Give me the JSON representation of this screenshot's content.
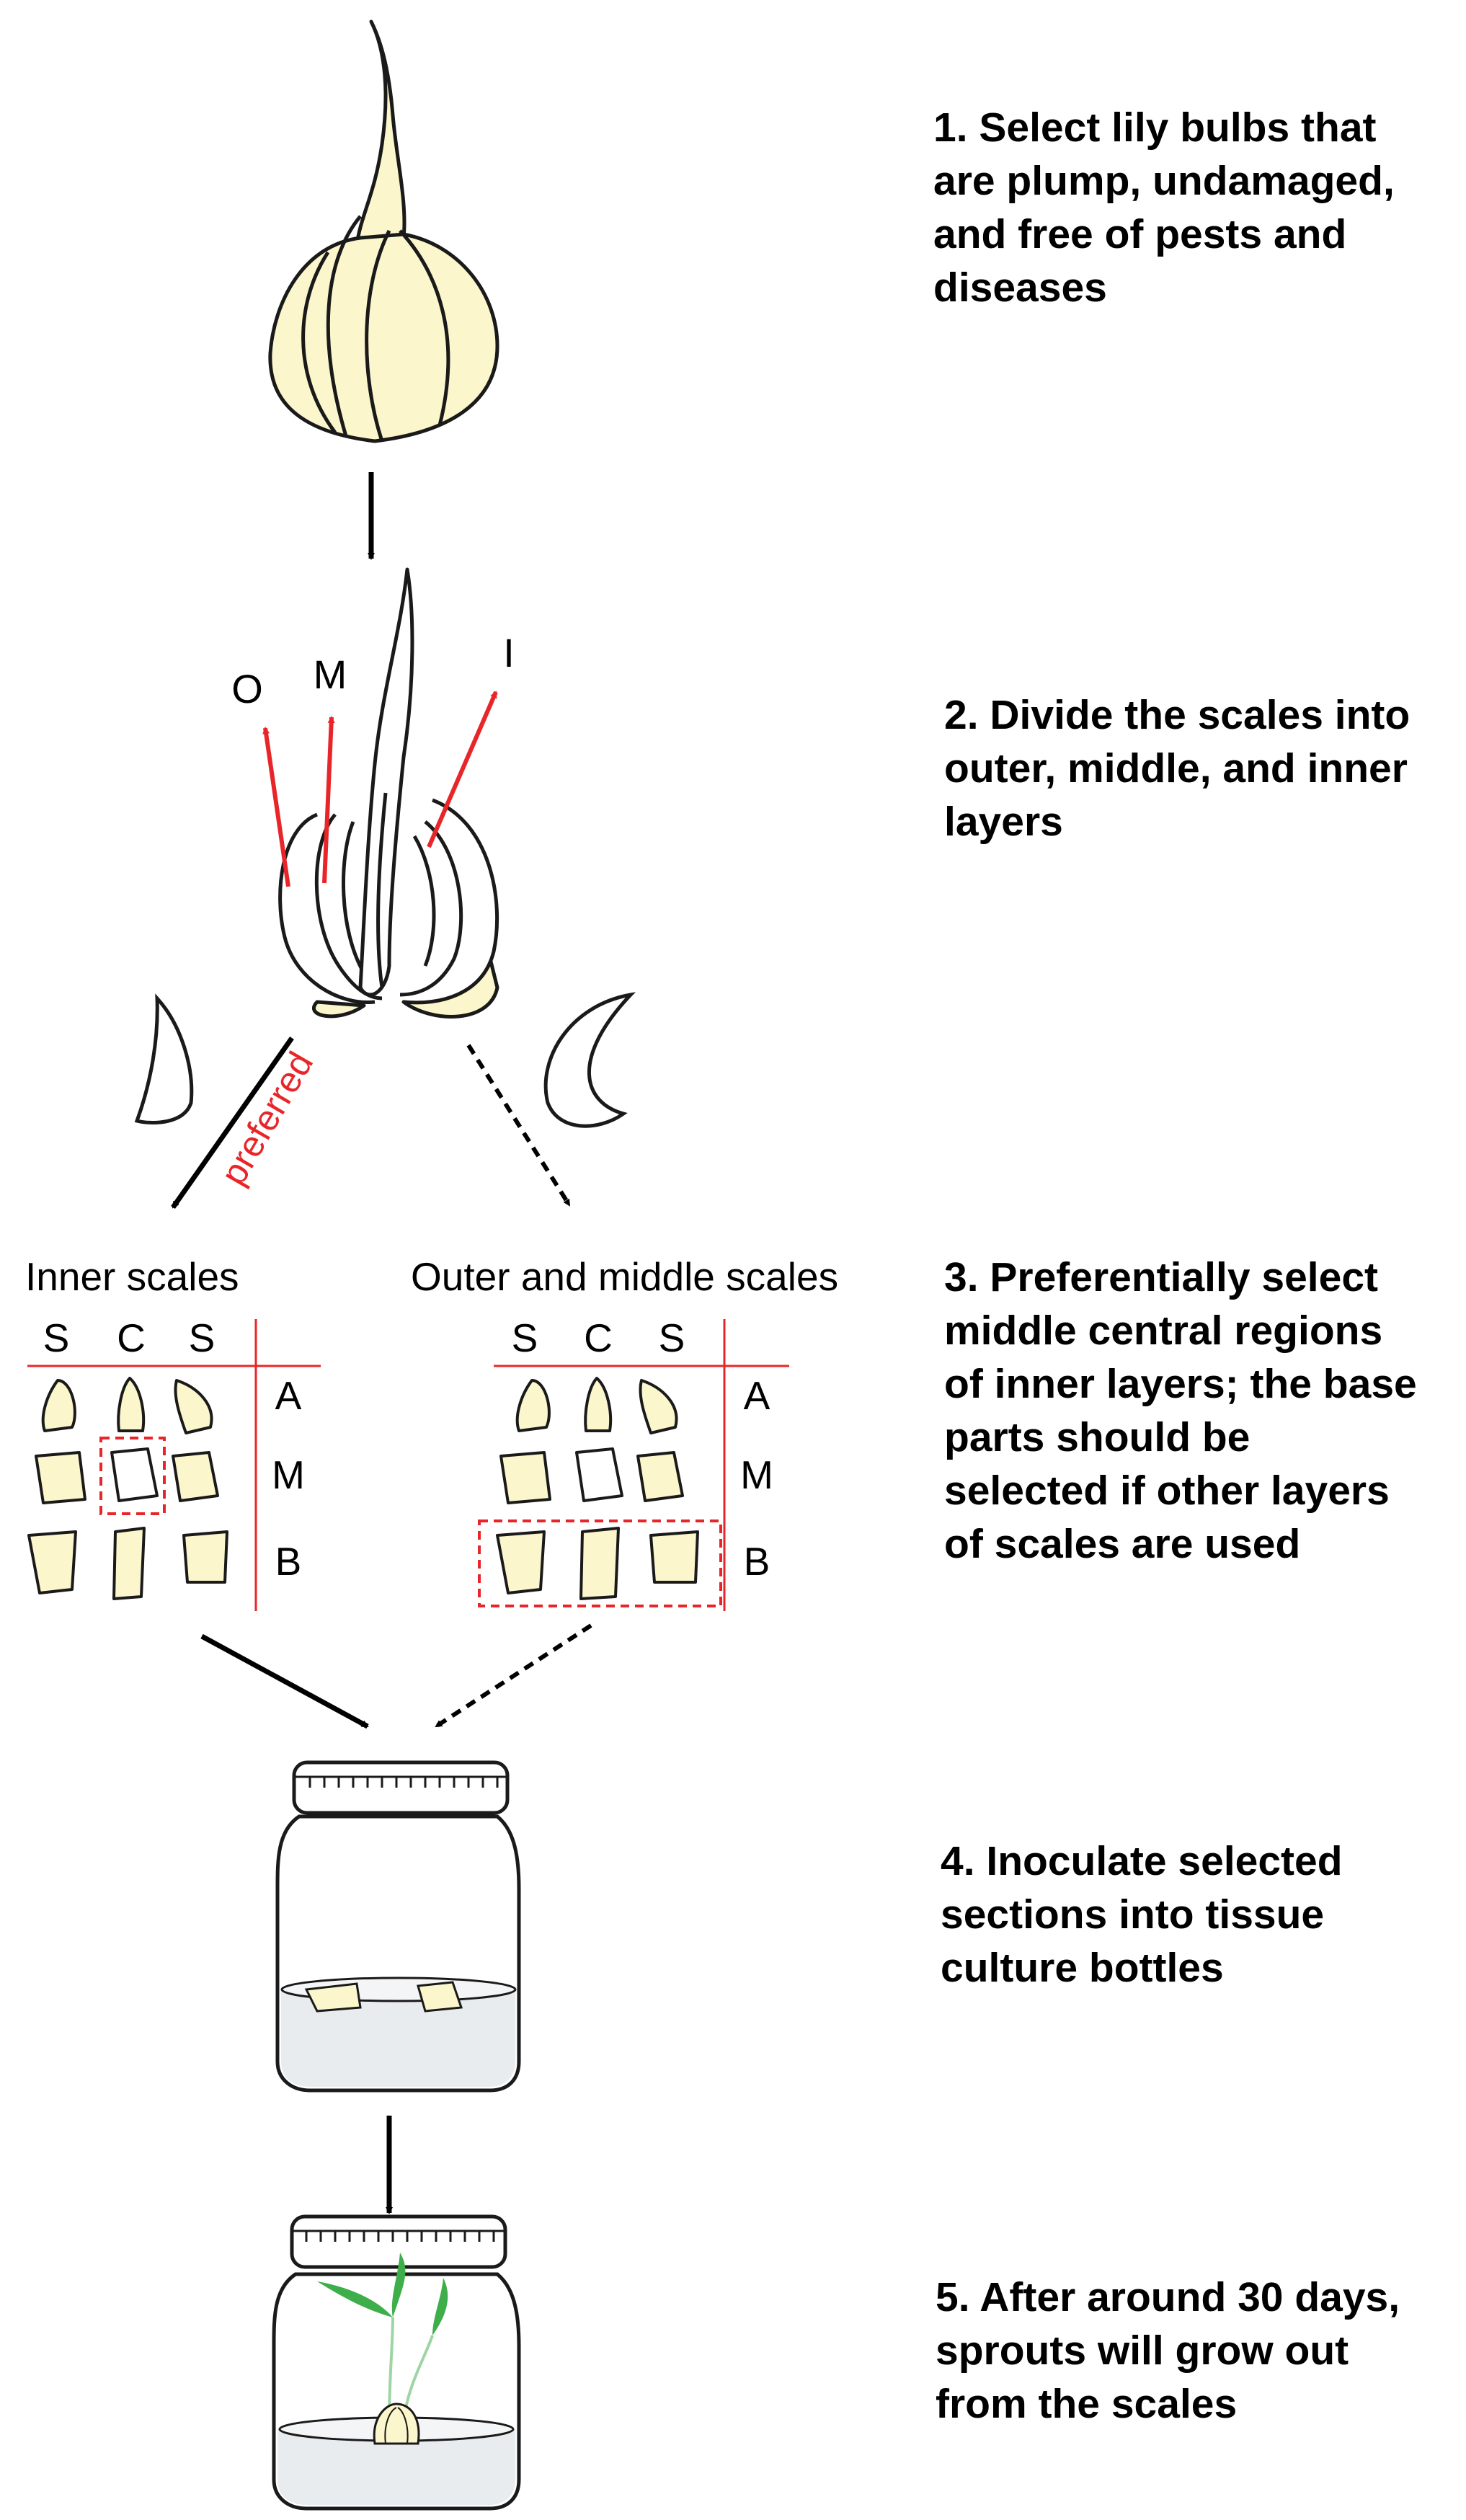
{
  "steps": [
    {
      "text": "1. Select lily bulbs that\nare plump, undamaged,\nand free of pests and\ndiseases"
    },
    {
      "text": "2. Divide the scales into\nouter, middle, and inner\nlayers"
    },
    {
      "text": "3. Preferentially select\nmiddle central regions\nof inner layers; the base\nparts should be\nselected if other layers\nof scales are used"
    },
    {
      "text": "4. Inoculate selected\nsections into tissue\nculture bottles"
    },
    {
      "text": "5. After around 30 days,\nsprouts will grow out\nfrom the scales"
    }
  ],
  "layer_labels": {
    "outer": "O",
    "middle": "M",
    "inner": "I"
  },
  "preferred_label": "preferred",
  "grids": {
    "inner": {
      "title": "Inner scales",
      "columns": [
        "S",
        "C",
        "S"
      ],
      "rows": [
        "A",
        "M",
        "B"
      ]
    },
    "outer_middle": {
      "title": "Outer and middle scales",
      "columns": [
        "S",
        "C",
        "S"
      ],
      "rows": [
        "A",
        "M",
        "B"
      ]
    }
  },
  "colors": {
    "scale_fill": "#fbf6cc",
    "highlight": "#e8262a",
    "leaf_green": "#3dae49",
    "stroke": "#1a1a1a"
  }
}
